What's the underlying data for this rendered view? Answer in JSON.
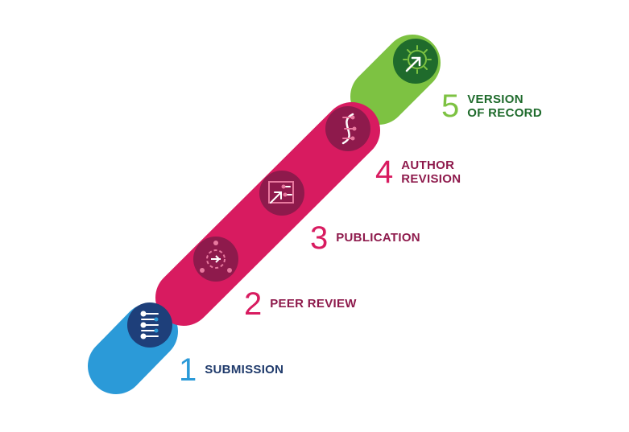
{
  "colors": {
    "blue": "#2b9ad8",
    "navy": "#1e3f7a",
    "navy_text": "#1f3a6b",
    "magenta": "#d81b60",
    "magenta_dark": "#8e1a4c",
    "green": "#7dc242",
    "green_dark": "#1f6b2c",
    "white": "#ffffff"
  },
  "steps": [
    {
      "number": "1",
      "label_lines": [
        "SUBMISSION"
      ],
      "icon": "dna-strand-icon"
    },
    {
      "number": "2",
      "label_lines": [
        "PEER REVIEW"
      ],
      "icon": "review-network-icon"
    },
    {
      "number": "3",
      "label_lines": [
        "PUBLICATION"
      ],
      "icon": "publication-arrow-icon"
    },
    {
      "number": "4",
      "label_lines": [
        "AUTHOR",
        "REVISION"
      ],
      "icon": "helix-icon"
    },
    {
      "number": "5",
      "label_lines": [
        "VERSION",
        "OF RECORD"
      ],
      "icon": "virus-arrow-icon"
    }
  ]
}
